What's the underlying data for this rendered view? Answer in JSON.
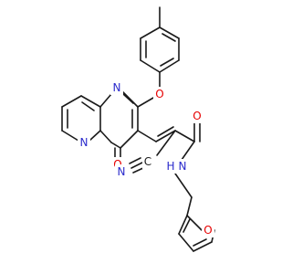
{
  "figure": {
    "kind": "chemical-structure",
    "colors": {
      "bond": "#1a1a1a",
      "oxygen": "#e60000",
      "nitrogen": "#2b2bcc",
      "carbon": "#1a1a1a",
      "background": "#ffffff"
    },
    "atom_labels": {
      "ether_oxygen": "O",
      "pyrimidine_nitrogen": "N",
      "ring_nitrogen": "N",
      "carbonyl_oxygen": "O",
      "amide_oxygen": "O",
      "amide_nitrogen": "N",
      "amide_hydrogen": "H",
      "furan_oxygen": "O",
      "nitrile_nitrogen": "N",
      "nitrile_carbon": "C"
    }
  }
}
